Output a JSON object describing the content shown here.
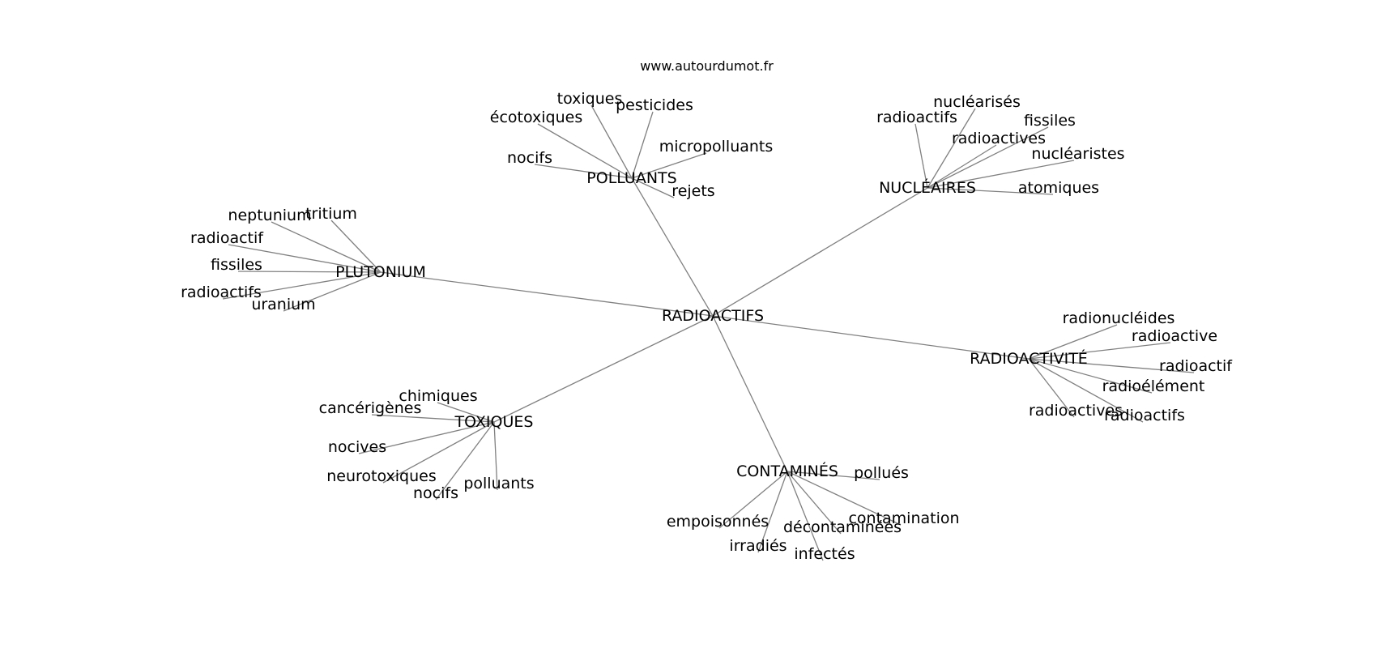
{
  "source_credit": "www.autourdumot.fr",
  "graph": {
    "center": "RADIOACTIFS",
    "clusters": [
      {
        "hub": "POLLUANTS",
        "words": [
          "toxiques",
          "pesticides",
          "écotoxiques",
          "micropolluants",
          "nocifs",
          "rejets"
        ]
      },
      {
        "hub": "NUCLÉAIRES",
        "words": [
          "nucléarisés",
          "radioactifs",
          "fissiles",
          "radioactives",
          "nucléaristes",
          "atomiques"
        ]
      },
      {
        "hub": "PLUTONIUM",
        "words": [
          "neptunium",
          "tritium",
          "radioactif",
          "fissiles",
          "radioactifs",
          "uranium"
        ]
      },
      {
        "hub": "RADIOACTIVITÉ",
        "words": [
          "radionucléides",
          "radioactive",
          "radioactif",
          "radioélément",
          "radioactives",
          "radioactifs"
        ]
      },
      {
        "hub": "TOXIQUES",
        "words": [
          "chimiques",
          "cancérigènes",
          "nocives",
          "neurotoxiques",
          "nocifs",
          "polluants"
        ]
      },
      {
        "hub": "CONTAMINÉS",
        "words": [
          "pollués",
          "contamination",
          "empoisonnés",
          "décontaminées",
          "irradiés",
          "infectés"
        ]
      }
    ]
  }
}
